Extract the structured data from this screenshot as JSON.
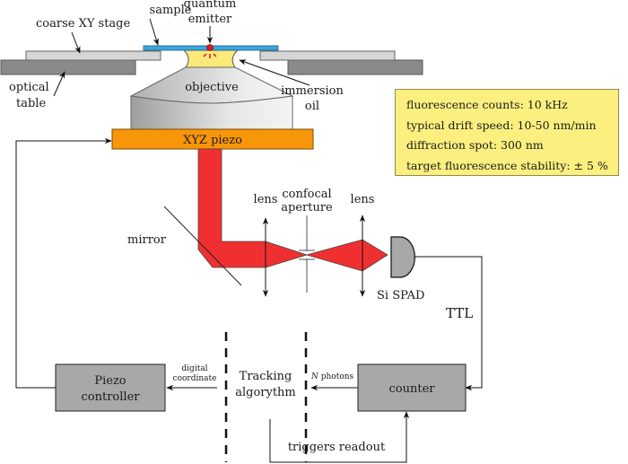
{
  "labels": {
    "sample": "sample",
    "quantum_emitter_1": "quantum",
    "quantum_emitter_2": "emitter",
    "coarse_stage": "coarse XY stage",
    "optical_table_1": "optical",
    "optical_table_2": "table",
    "objective": "objective",
    "immersion_oil_1": "immersion",
    "immersion_oil_2": "oil",
    "xyz_piezo": "XYZ piezo",
    "mirror": "mirror",
    "lens_left": "lens",
    "lens_right": "lens",
    "confocal_aperture_1": "confocal",
    "confocal_aperture_2": "aperture",
    "si_spad": "Si SPAD",
    "ttl": "TTL",
    "piezo_controller_1": "Piezo",
    "piezo_controller_2": "controller",
    "digital_coordinate_1": "digital",
    "digital_coordinate_2": "coordinate",
    "tracking_algorithm_1": "Tracking",
    "tracking_algorithm_2": "algorythm",
    "n_photons_n": "N",
    "n_photons_rest": " photons",
    "counter": "counter",
    "triggers_readout": "triggers readout"
  },
  "info_box": {
    "lines": [
      "fluorescence counts: 10 kHz",
      "typical drift speed: 10-50 nm/min",
      "diffraction spot: 300 nm",
      "target fluorescence stability: ± 5 %"
    ]
  },
  "colors": {
    "sample": "#3aa8e0",
    "emitter": "#e01818",
    "oil": "#fbe97a",
    "piezo": "#f8960a",
    "beam": "#f03030",
    "stage": "#d4d4d4",
    "table": "#8a8a8a",
    "box": "#a8a8a8",
    "info_box": "#fbf07f"
  }
}
